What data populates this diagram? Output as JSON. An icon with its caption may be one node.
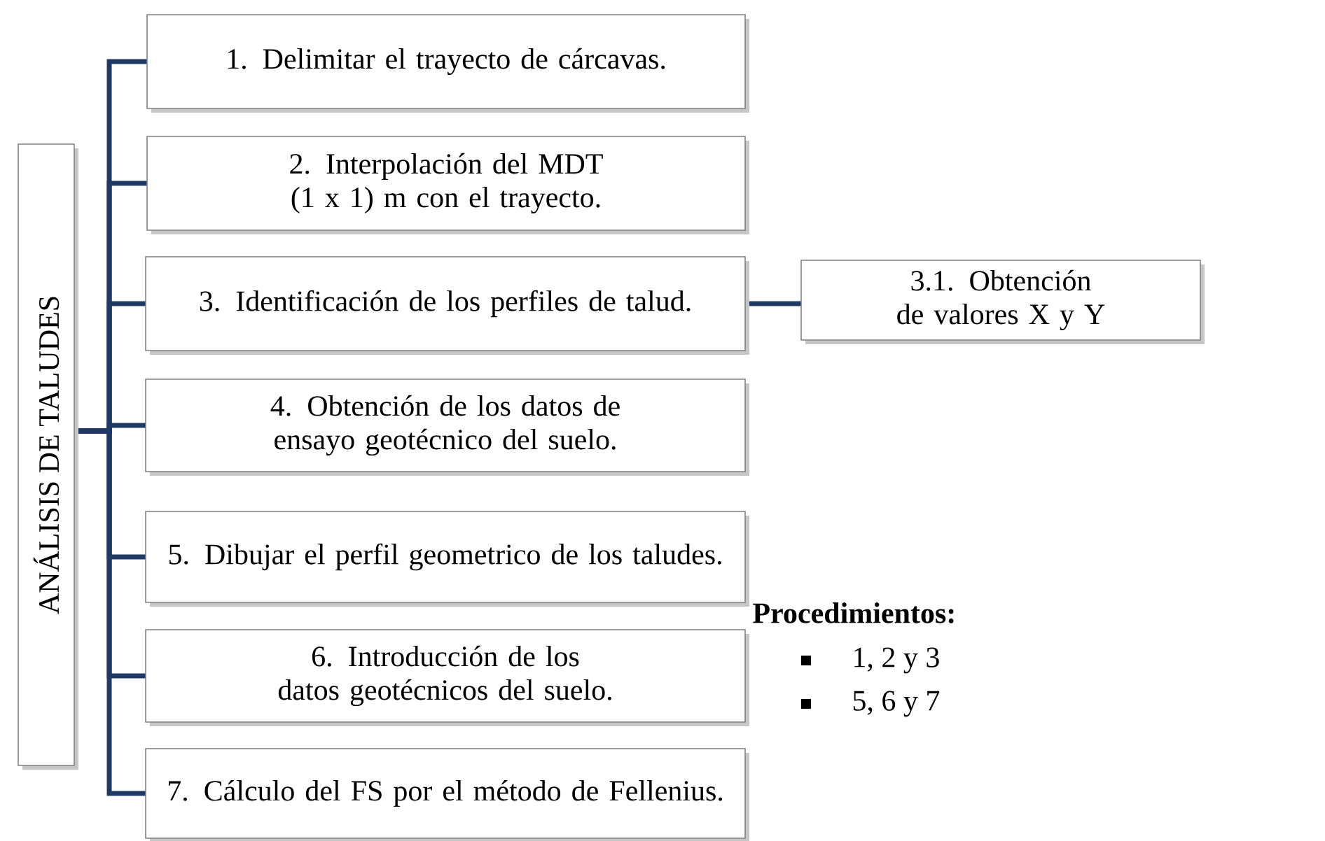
{
  "diagram": {
    "nodes": [
      {
        "text": [
          "ANÁLISIS DE TALUDES"
        ]
      },
      {
        "text": [
          "1. Delimitar el trayecto de cárcavas."
        ]
      },
      {
        "text": [
          "2. Interpolación del MDT (1 x 1) m con el trayecto."
        ]
      },
      {
        "text": [
          "3. Identificación de los perfiles de talud."
        ]
      },
      {
        "text": [
          "4. Obtención de los datos de ensayo geotécnico del suelo."
        ]
      },
      {
        "text": [
          "5. Dibujar el perfil geometrico de los taludes."
        ]
      },
      {
        "text": [
          "6. Introducción de los datos geotécnicos del suelo."
        ]
      },
      {
        "text": [
          "7. Cálculo del FS por el método de Fellenius."
        ]
      },
      {
        "text": [
          "3.1. Obtención de valores X y Y"
        ]
      }
    ],
    "edges": [
      {
        "from": 0,
        "to": 1,
        "arrow": "none"
      },
      {
        "from": 0,
        "to": 2,
        "arrow": "none"
      },
      {
        "from": 0,
        "to": 3,
        "arrow": "none"
      },
      {
        "from": 0,
        "to": 4,
        "arrow": "none"
      },
      {
        "from": 0,
        "to": 5,
        "arrow": "none"
      },
      {
        "from": 0,
        "to": 6,
        "arrow": "none"
      },
      {
        "from": 0,
        "to": 7,
        "arrow": "none"
      },
      {
        "from": 3,
        "to": 8,
        "arrow": "none"
      }
    ],
    "labels": [
      "Procedimientos:",
      "1, 2 y 3",
      "5, 6 y 7"
    ]
  }
}
